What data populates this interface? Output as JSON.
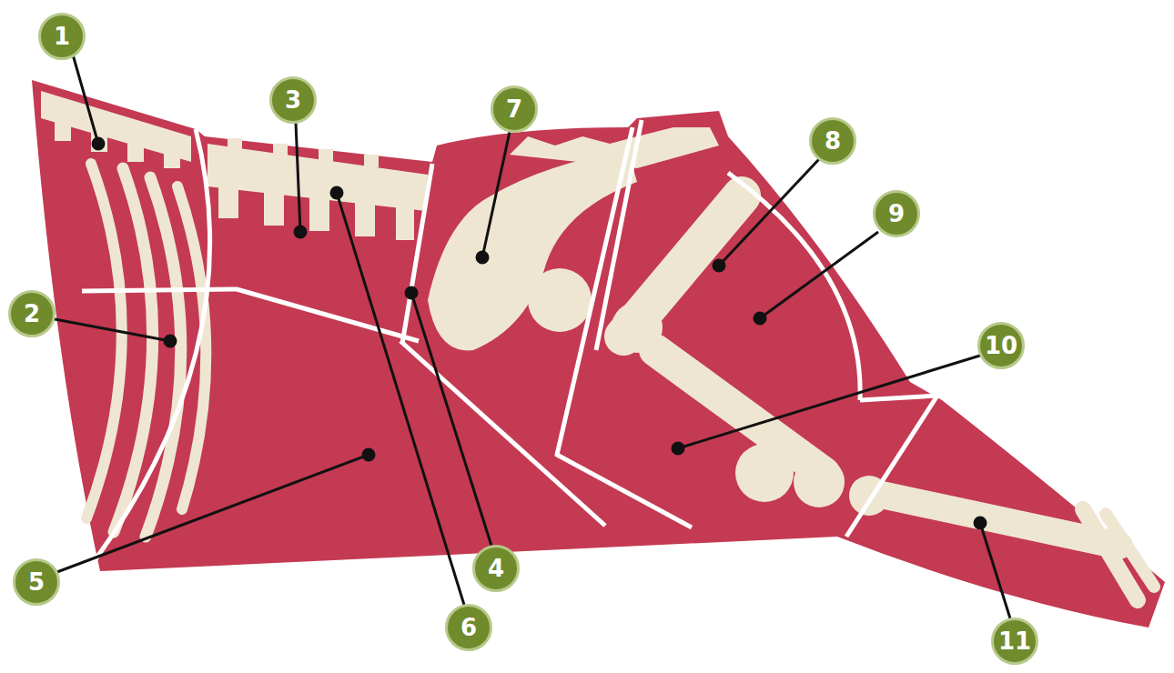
{
  "diagram": {
    "nodes": [
      {
        "text": [
          "1"
        ]
      },
      {
        "text": [
          "2"
        ]
      },
      {
        "text": [
          "3"
        ]
      },
      {
        "text": [
          "4"
        ]
      },
      {
        "text": [
          "5"
        ]
      },
      {
        "text": [
          "6"
        ]
      },
      {
        "text": [
          "7"
        ]
      },
      {
        "text": [
          "8"
        ]
      },
      {
        "text": [
          "9"
        ]
      },
      {
        "text": [
          "10"
        ]
      },
      {
        "text": [
          "11"
        ]
      }
    ]
  }
}
